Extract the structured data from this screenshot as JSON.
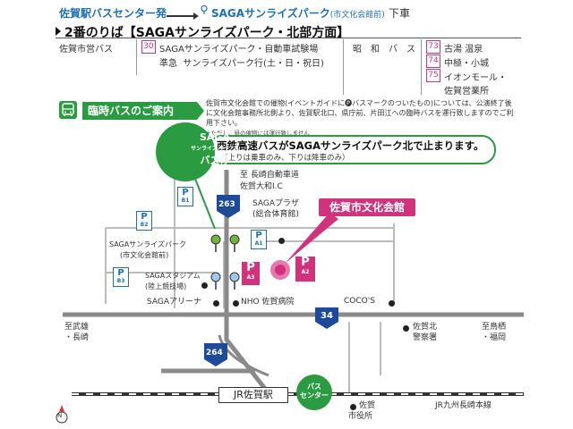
{
  "header": {
    "origin": "佐賀駅バスセンター発",
    "destination": "SAGAサンライズパーク",
    "destination_note": "(市文化会館前)",
    "alight": "下車",
    "platform": "2番のりば【SAGAサンライズパーク・北部方面】"
  },
  "routes": {
    "left_operator": "佐賀市営バス",
    "num_30": "30",
    "route_30": "SAGAサンライズパーク・自動車試験場",
    "express_label": "準急",
    "express_route": "サンライズパーク行(土・日・祝日)",
    "right_operator": "昭　和　バ　ス",
    "num_73": "73",
    "route_73": "古湯 温泉",
    "num_74": "74",
    "route_74": "中極・小城",
    "num_75": "75",
    "route_75": "イオンモール・",
    "route_75b": "佐賀営業所"
  },
  "notice": {
    "banner": "臨時バスのご案内",
    "text": "佐賀市文化会館での催物(イベントガイドに🅟バスマークのついたもの)については、公演終了後に文化会館事務所北側より、佐賀駅北口、県庁前、片田江への臨時バスを運行致しますのでご利用下さい。",
    "small": "※ただし、昼の催物には運行致しません",
    "bubble_main": "西鉄高速バスがSAGAサンライズパーク北で止まります。",
    "bubble_sub": "（上りは乗車のみ、下りは降車のみ）"
  },
  "stop_label": {
    "line1": "SAGA",
    "line2": "サンライズパーク北",
    "line3": "バス停"
  },
  "venue": "佐賀市文化会館",
  "map": {
    "to_nagasaki_road": "至 長崎自動車道",
    "yamato_ic": "佐賀大和I.C",
    "saga_plaza": "SAGAプラザ",
    "saga_plaza_sub": "(総合体育館)",
    "sunrise_park": "SAGAサンライズパーク",
    "sunrise_park_sub": "(市文化会館前)",
    "stadium": "SAGAスタジアム",
    "stadium_sub": "(陸上競技場)",
    "arena": "SAGAアリーナ",
    "hospital": "NHO 佐賀病院",
    "cocos": "COCO'S",
    "police": "佐賀北",
    "police2": "警察署",
    "city_office": "佐賀",
    "city_office2": "市役所",
    "to_takeo": "至武雄",
    "to_nagasaki": "・長崎",
    "to_tosu": "至鳥栖",
    "to_fukuoka": "・福岡",
    "jr_station": "JR佐賀駅",
    "jr_line": "JR九州長崎本線",
    "bus_center": "バス",
    "bus_center2": "センター",
    "route_263": "263",
    "route_264": "264",
    "route_34": "34",
    "north_mark": "N",
    "p_b1": "B1",
    "p_b2": "B2",
    "p_b3": "B3",
    "p_a1": "A1",
    "p_a2": "A2",
    "p_a3": "A3",
    "p": "P"
  }
}
